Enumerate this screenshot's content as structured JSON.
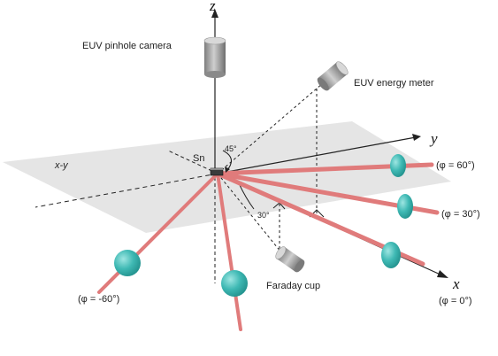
{
  "labels": {
    "z_axis": "z",
    "y_axis": "y",
    "x_axis": "x",
    "plane": "x-y",
    "target": "Sn",
    "pinhole_camera": "EUV pinhole camera",
    "energy_meter": "EUV energy meter",
    "faraday_cup": "Faraday cup",
    "angle_45": "45°",
    "angle_30": "30°",
    "phi_60": "(φ = 60°)",
    "phi_30": "(φ = 30°)",
    "phi_0": "(φ = 0°)",
    "phi_neg60": "(φ = -60°)"
  },
  "colors": {
    "plane": "#e2e2e2",
    "beam": "#e07b7b",
    "lens": "#3fb9b4",
    "cylinder": "#9a9a9a",
    "line": "#222222"
  }
}
